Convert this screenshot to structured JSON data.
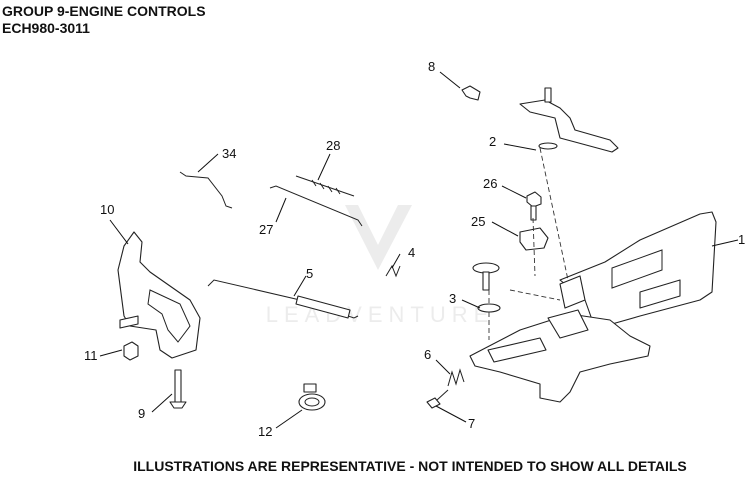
{
  "header": {
    "title": "GROUP 9-ENGINE CONTROLS",
    "model": "ECH980-3011"
  },
  "callouts": [
    "1",
    "2",
    "3",
    "4",
    "5",
    "6",
    "7",
    "8",
    "9",
    "10",
    "11",
    "12",
    "25",
    "26",
    "27",
    "28",
    "34"
  ],
  "watermark": "LEADVENTURE",
  "footer": "ILLUSTRATIONS ARE REPRESENTATIVE - NOT INTENDED TO SHOW ALL DETAILS"
}
